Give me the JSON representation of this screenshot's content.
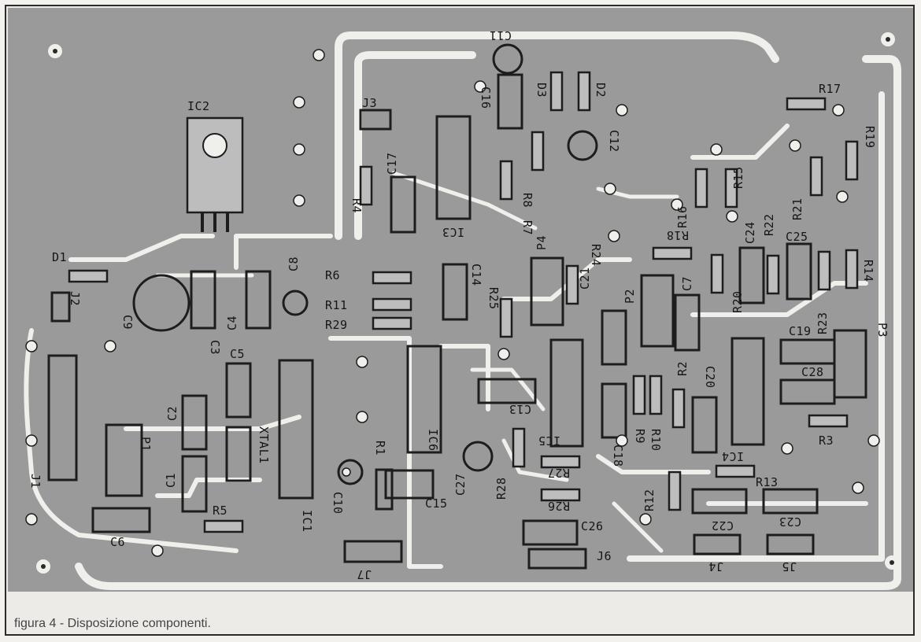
{
  "caption": "figura 4 - Disposizione componenti.",
  "labels": {
    "ic2": "IC2",
    "ic3": "IC3",
    "ic1": "IC1",
    "ic4": "IC4",
    "ic5": "IC5",
    "ic6": "IC6",
    "c11": "C11",
    "c16": "C16",
    "d3": "D3",
    "d2": "D2",
    "c12": "C12",
    "c17": "C17",
    "j3": "J3",
    "r4": "R4",
    "r8": "R8",
    "r7": "R7",
    "r17": "R17",
    "r19": "R19",
    "r15": "R15",
    "r16": "R16",
    "r21": "R21",
    "r22": "R22",
    "c24": "C24",
    "c25": "C25",
    "r18": "R18",
    "r24": "R24",
    "p4": "P4",
    "r14": "R14",
    "d1": "D1",
    "j2": "J2",
    "c9": "C9",
    "c3": "C3",
    "c4": "C4",
    "c8": "C8",
    "r6": "R6",
    "r11": "R11",
    "r29": "R29",
    "c14": "C14",
    "r25": "R25",
    "c21": "C21",
    "p2": "P2",
    "c7": "C7",
    "r20": "R20",
    "r23": "R23",
    "c19": "C19",
    "p3": "P3",
    "c28": "C28",
    "c5": "C5",
    "c2": "C2",
    "xtal1": "XTAL1",
    "p1": "P1",
    "j1": "J1",
    "c1": "C1",
    "c6": "C6",
    "r5": "R5",
    "c10": "C10",
    "r1": "R1",
    "c15": "C15",
    "c13": "C13",
    "c27": "C27",
    "r28": "R28",
    "r27": "R27",
    "r26": "R26",
    "c18": "C18",
    "r9": "R9",
    "r10": "R10",
    "c20": "C20",
    "r2": "R2",
    "r3": "R3",
    "r12": "R12",
    "r13": "R13",
    "c22": "C22",
    "c23": "C23",
    "c26": "C26",
    "j6": "J6",
    "j4": "J4",
    "j5": "J5",
    "j7": "J7"
  },
  "colors": {
    "board": "#9a9a9a",
    "track": "#efefec",
    "outline": "#1d1d1d"
  }
}
